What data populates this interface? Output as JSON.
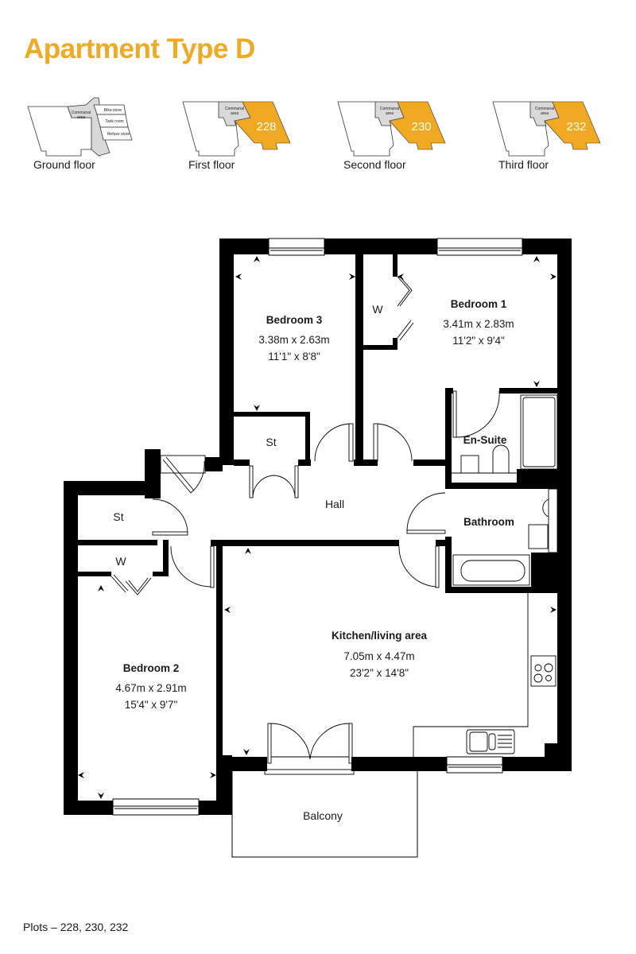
{
  "header": {
    "title": "Apartment Type D"
  },
  "colors": {
    "accent": "#f2a922",
    "wall": "#000000",
    "communal": "#d9d9d9",
    "background": "#ffffff"
  },
  "key_plans": [
    {
      "label": "Ground floor",
      "communal": [
        "Communal",
        "area"
      ],
      "stores": [
        "Bike store",
        "Tank room",
        "Refuse store"
      ],
      "plot": null
    },
    {
      "label": "First floor",
      "communal": [
        "Communal",
        "area"
      ],
      "plot": "228"
    },
    {
      "label": "Second floor",
      "communal": [
        "Communal",
        "area"
      ],
      "plot": "230"
    },
    {
      "label": "Third floor",
      "communal": [
        "Communal",
        "area"
      ],
      "plot": "232"
    }
  ],
  "rooms": {
    "bedroom3": {
      "name": "Bedroom 3",
      "metric": "3.38m x 2.63m",
      "imperial": "11'1\" x 8'8\""
    },
    "bedroom1": {
      "name": "Bedroom 1",
      "metric": "3.41m x 2.83m",
      "imperial": "11'2\" x 9'4\""
    },
    "bedroom2": {
      "name": "Bedroom 2",
      "metric": "4.67m x 2.91m",
      "imperial": "15'4\" x 9'7\""
    },
    "kitchen": {
      "name": "Kitchen/living area",
      "metric": "7.05m x 4.47m",
      "imperial": "23'2\" x 14'8\""
    },
    "ensuite": {
      "name": "En-Suite"
    },
    "bathroom": {
      "name": "Bathroom"
    },
    "hall": {
      "name": "Hall"
    },
    "balcony": {
      "name": "Balcony"
    },
    "store1": {
      "name": "St"
    },
    "store2": {
      "name": "St"
    },
    "wardrobe1": {
      "name": "W"
    },
    "wardrobe2": {
      "name": "W"
    }
  },
  "footer": {
    "plots": "Plots – 228, 230, 232"
  }
}
